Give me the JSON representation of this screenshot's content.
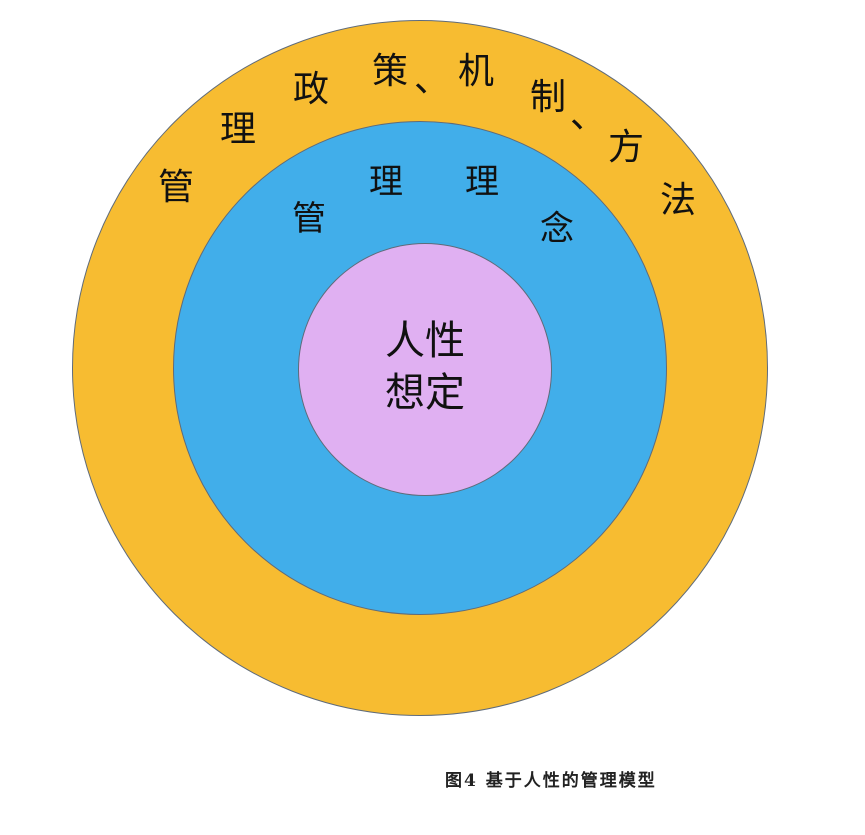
{
  "colors": {
    "outer": "#F7BC31",
    "middle": "#41AEEA",
    "inner": "#E0B0F2",
    "stroke": "#5f6b7a"
  },
  "outer_ring": {
    "chars": [
      "管",
      "理",
      "政",
      "策",
      "、",
      "机",
      "制",
      "、",
      "方",
      "法"
    ]
  },
  "middle_ring": {
    "chars": [
      "管",
      "理",
      "理",
      "念"
    ]
  },
  "core": {
    "line1": "人性",
    "line2": "想定"
  },
  "caption": "图4  基于人性的管理模型"
}
